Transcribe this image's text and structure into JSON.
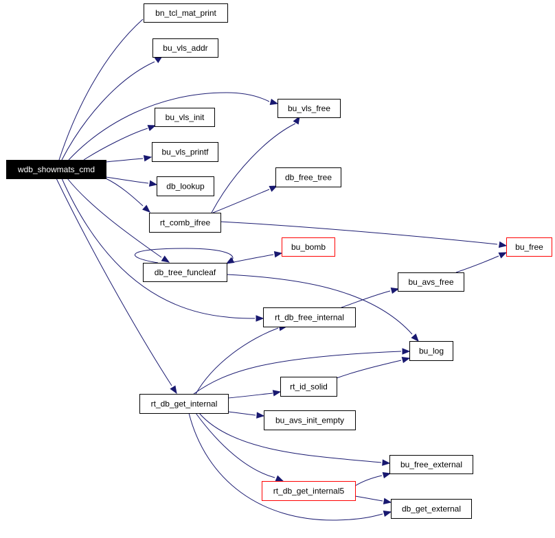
{
  "graph": {
    "root": "wdb_showmats_cmd",
    "colors": {
      "edge": "#191970",
      "root_fill": "#000000",
      "root_text": "#ffffff",
      "node_border": "#000000",
      "truncated_border": "#ff0000"
    },
    "nodes": [
      {
        "id": "wdb_showmats_cmd",
        "label": "wdb_showmats_cmd",
        "style": "root"
      },
      {
        "id": "bn_tcl_mat_print",
        "label": "bn_tcl_mat_print",
        "style": "normal"
      },
      {
        "id": "bu_vls_addr",
        "label": "bu_vls_addr",
        "style": "normal"
      },
      {
        "id": "bu_vls_free",
        "label": "bu_vls_free",
        "style": "normal"
      },
      {
        "id": "bu_vls_init",
        "label": "bu_vls_init",
        "style": "normal"
      },
      {
        "id": "bu_vls_printf",
        "label": "bu_vls_printf",
        "style": "normal"
      },
      {
        "id": "db_lookup",
        "label": "db_lookup",
        "style": "normal"
      },
      {
        "id": "db_free_tree",
        "label": "db_free_tree",
        "style": "normal"
      },
      {
        "id": "rt_comb_ifree",
        "label": "rt_comb_ifree",
        "style": "normal"
      },
      {
        "id": "bu_free",
        "label": "bu_free",
        "style": "truncated"
      },
      {
        "id": "bu_bomb",
        "label": "bu_bomb",
        "style": "truncated"
      },
      {
        "id": "db_tree_funcleaf",
        "label": "db_tree_funcleaf",
        "style": "normal"
      },
      {
        "id": "bu_avs_free",
        "label": "bu_avs_free",
        "style": "normal"
      },
      {
        "id": "rt_db_free_internal",
        "label": "rt_db_free_internal",
        "style": "normal"
      },
      {
        "id": "bu_log",
        "label": "bu_log",
        "style": "normal"
      },
      {
        "id": "rt_id_solid",
        "label": "rt_id_solid",
        "style": "normal"
      },
      {
        "id": "rt_db_get_internal",
        "label": "rt_db_get_internal",
        "style": "normal"
      },
      {
        "id": "bu_avs_init_empty",
        "label": "bu_avs_init_empty",
        "style": "normal"
      },
      {
        "id": "bu_free_external",
        "label": "bu_free_external",
        "style": "normal"
      },
      {
        "id": "rt_db_get_internal5",
        "label": "rt_db_get_internal5",
        "style": "truncated"
      },
      {
        "id": "db_get_external",
        "label": "db_get_external",
        "style": "normal"
      }
    ],
    "edges": [
      {
        "from": "wdb_showmats_cmd",
        "to": "bn_tcl_mat_print"
      },
      {
        "from": "wdb_showmats_cmd",
        "to": "bu_vls_addr"
      },
      {
        "from": "wdb_showmats_cmd",
        "to": "bu_vls_free"
      },
      {
        "from": "wdb_showmats_cmd",
        "to": "bu_vls_init"
      },
      {
        "from": "wdb_showmats_cmd",
        "to": "bu_vls_printf"
      },
      {
        "from": "wdb_showmats_cmd",
        "to": "db_lookup"
      },
      {
        "from": "wdb_showmats_cmd",
        "to": "rt_comb_ifree"
      },
      {
        "from": "wdb_showmats_cmd",
        "to": "db_tree_funcleaf"
      },
      {
        "from": "wdb_showmats_cmd",
        "to": "rt_db_free_internal"
      },
      {
        "from": "wdb_showmats_cmd",
        "to": "rt_db_get_internal"
      },
      {
        "from": "rt_comb_ifree",
        "to": "bu_vls_free"
      },
      {
        "from": "rt_comb_ifree",
        "to": "db_free_tree"
      },
      {
        "from": "rt_comb_ifree",
        "to": "bu_free"
      },
      {
        "from": "db_tree_funcleaf",
        "to": "db_tree_funcleaf"
      },
      {
        "from": "db_tree_funcleaf",
        "to": "bu_bomb"
      },
      {
        "from": "db_tree_funcleaf",
        "to": "bu_log"
      },
      {
        "from": "bu_avs_free",
        "to": "bu_free"
      },
      {
        "from": "rt_db_free_internal",
        "to": "bu_avs_free"
      },
      {
        "from": "rt_db_get_internal",
        "to": "rt_db_free_internal"
      },
      {
        "from": "rt_db_get_internal",
        "to": "bu_log"
      },
      {
        "from": "rt_db_get_internal",
        "to": "rt_id_solid"
      },
      {
        "from": "rt_id_solid",
        "to": "bu_log"
      },
      {
        "from": "rt_db_get_internal",
        "to": "bu_avs_init_empty"
      },
      {
        "from": "rt_db_get_internal",
        "to": "bu_free_external"
      },
      {
        "from": "rt_db_get_internal",
        "to": "rt_db_get_internal5"
      },
      {
        "from": "rt_db_get_internal",
        "to": "db_get_external"
      },
      {
        "from": "rt_db_get_internal5",
        "to": "bu_free_external"
      },
      {
        "from": "rt_db_get_internal5",
        "to": "db_get_external"
      }
    ]
  }
}
